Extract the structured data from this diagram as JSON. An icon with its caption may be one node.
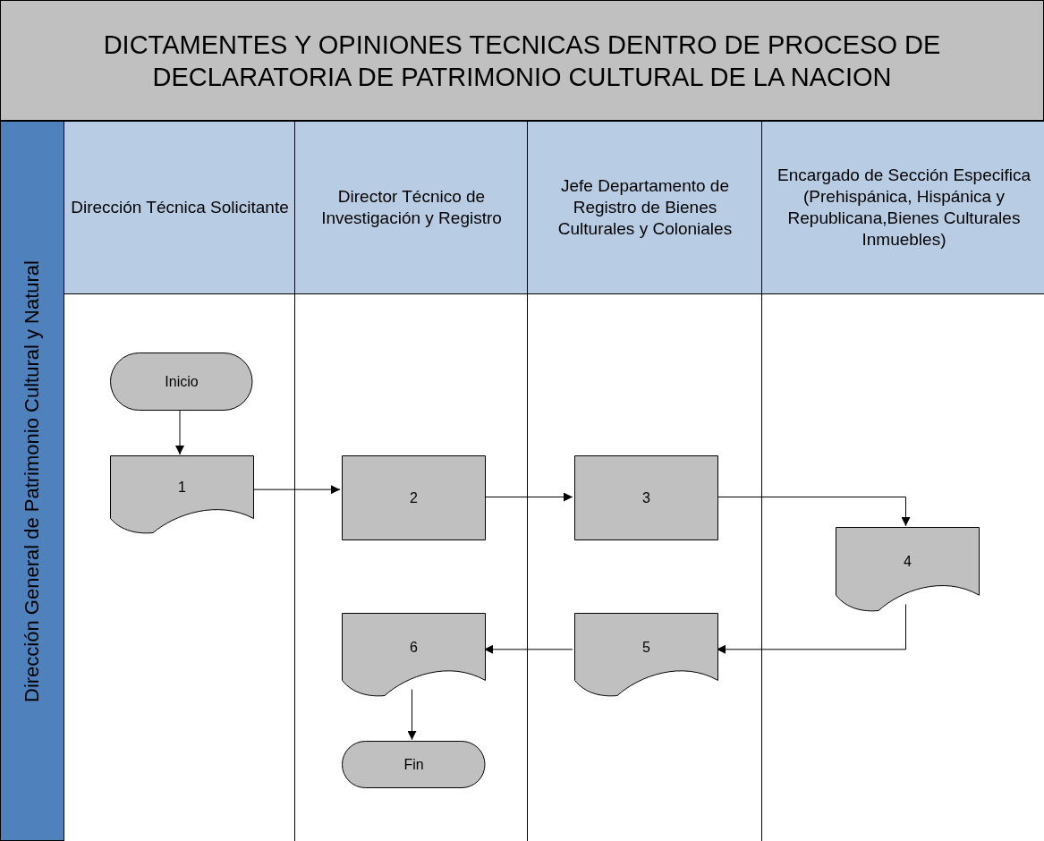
{
  "diagram": {
    "title": "DICTAMENTES Y OPINIONES TECNICAS DENTRO DE PROCESO DE DECLARATORIA DE PATRIMONIO CULTURAL DE LA NACION",
    "nodes": [
      {
        "text": [
          "Dirección General de Patrimonio Cultural y Natural"
        ]
      },
      {
        "text": [
          "Dirección Técnica Solicitante"
        ],
        "in": 0
      },
      {
        "text": [
          "Director Técnico de Investigación y Registro"
        ],
        "in": 0
      },
      {
        "text": [
          "Jefe Departamento de Registro de Bienes Culturales y Coloniales"
        ],
        "in": 0
      },
      {
        "text": [
          "Encargado de Sección Especifica (Prehispánica, Hispánica y Republicana,Bienes Culturales Inmuebles)"
        ],
        "in": 0
      },
      {
        "text": [
          "Inicio"
        ],
        "in": 1
      },
      {
        "text": [
          "1"
        ],
        "in": 1
      },
      {
        "text": [
          "2"
        ],
        "in": 2
      },
      {
        "text": [
          "3"
        ],
        "in": 3
      },
      {
        "text": [
          "4"
        ],
        "in": 4
      },
      {
        "text": [
          "5"
        ],
        "in": 3
      },
      {
        "text": [
          "6"
        ],
        "in": 2
      },
      {
        "text": [
          "Fin"
        ],
        "in": 2
      }
    ],
    "edges": [
      {
        "from": 5,
        "to": 6,
        "arrow": "to"
      },
      {
        "from": 6,
        "to": 7,
        "arrow": "to"
      },
      {
        "from": 7,
        "to": 8,
        "arrow": "to"
      },
      {
        "from": 8,
        "to": 9,
        "arrow": "to"
      },
      {
        "from": 9,
        "to": 10,
        "arrow": "to"
      },
      {
        "from": 10,
        "to": 11,
        "arrow": "to"
      },
      {
        "from": 11,
        "to": 12,
        "arrow": "to"
      }
    ]
  }
}
